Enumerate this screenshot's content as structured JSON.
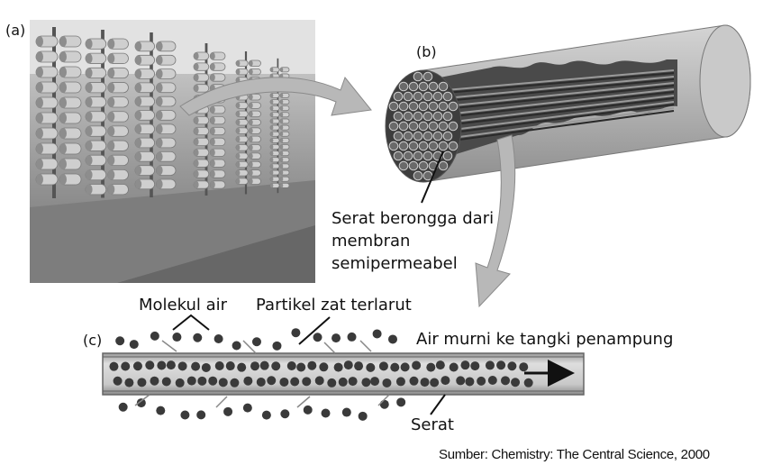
{
  "labels": {
    "a": "(a)",
    "b": "(b)",
    "c": "(c)"
  },
  "fiber_label": [
    "Serat berongga dari",
    "membran",
    "semipermeabel"
  ],
  "molekul_air": "Molekul air",
  "partikel": "Partikel zat terlarut",
  "air_murni": "Air murni ke tangki penampung",
  "serat": "Serat",
  "source": "Sumber: Chemistry: The Central Science, 2000",
  "colors": {
    "particle": "#3a3a3a",
    "tube_fill": "#bcbcbc",
    "arrow_fill": "#b5b5b5",
    "photo_bg": "#8c8c8c"
  }
}
